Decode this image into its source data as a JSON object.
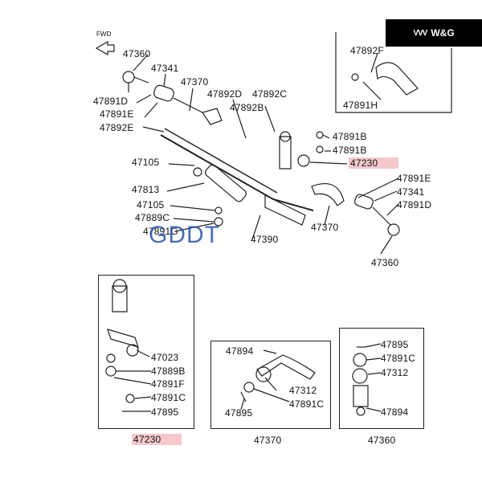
{
  "brand": {
    "mark": "VVV",
    "text": "W&G"
  },
  "direction_label": "FWD",
  "watermark": "GDDT",
  "main_labels": {
    "p47360a": "47360",
    "p47341a": "47341",
    "p47370a": "47370",
    "p47891d_a": "47891D",
    "p47891e_a": "47891E",
    "p47892e": "47892E",
    "p47892d": "47892D",
    "p47892c": "47892C",
    "p47892b": "47892B",
    "p47892f": "47892F",
    "p47891h": "47891H",
    "p47891b_a": "47891B",
    "p47891b_b": "47891B",
    "p47230": "47230",
    "p47105a": "47105",
    "p47813": "47813",
    "p47105b": "47105",
    "p47889c": "47889C",
    "p47891g": "47891G",
    "p47390": "47390",
    "p47370b": "47370",
    "p47891e_b": "47891E",
    "p47341b": "47341",
    "p47891d_b": "47891D",
    "p47360b": "47360"
  },
  "inset_47230": {
    "title": "47230",
    "items": [
      "47023",
      "47889B",
      "47891F",
      "47891C",
      "47895"
    ]
  },
  "inset_47370": {
    "title": "47370",
    "items": [
      "47894",
      "47312",
      "47891C",
      "47895"
    ]
  },
  "inset_47360": {
    "title": "47360",
    "items": [
      "47895",
      "47891C",
      "47312",
      "47894"
    ]
  },
  "colors": {
    "highlight": "#f6c8cc",
    "watermark": "#2a54a8",
    "brand_bg": "#000000"
  }
}
